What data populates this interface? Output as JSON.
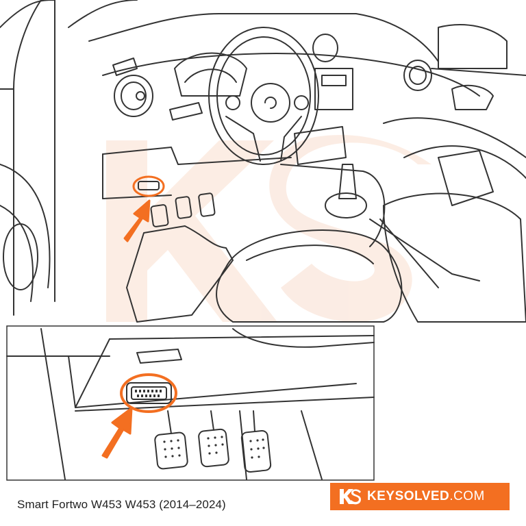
{
  "caption": "Smart Fortwo W453 W453 (2014–2024)",
  "brand": {
    "name_bold": "KEYSOLVED",
    "name_light": ".COM",
    "logo_icon": "ks-logo-icon",
    "color": "#f36f21"
  },
  "watermark": {
    "text_icon": "ks-watermark",
    "color": "#f8d7c4"
  },
  "highlight_color": "#f36f21",
  "line_color": "#333333"
}
